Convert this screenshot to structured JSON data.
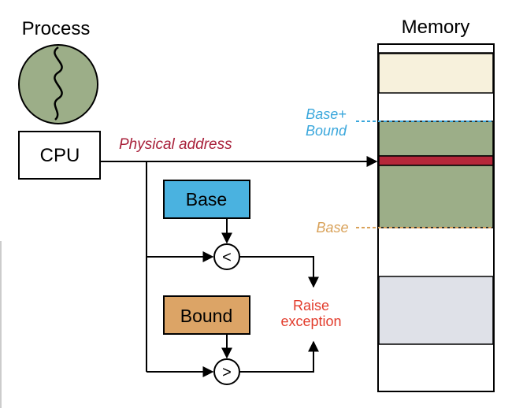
{
  "process": {
    "title": "Process",
    "cpu_label": "CPU"
  },
  "memory": {
    "title": "Memory"
  },
  "wire_label": "Physical address",
  "markers": {
    "base_bound_line1": "Base+",
    "base_bound_line2": "Bound",
    "base": "Base"
  },
  "registers": {
    "base": "Base",
    "bound": "Bound"
  },
  "comparators": {
    "less_than": "<",
    "greater_than": ">"
  },
  "exception": {
    "line1": "Raise",
    "line2": "exception"
  },
  "colors": {
    "process_circle": "#9cae88",
    "base_register": "#4ab2e0",
    "bound_register": "#dca466",
    "physical_address_text": "#a8203a",
    "base_bound_marker": "#3aa7dc",
    "base_marker": "#d9a25a",
    "raise_exception_text": "#e23c2c",
    "memory_segment_cream": "#f7f1dc",
    "memory_segment_green": "#9cae88",
    "memory_segment_red": "#b5283a",
    "memory_segment_gray": "#dfe1e8"
  }
}
